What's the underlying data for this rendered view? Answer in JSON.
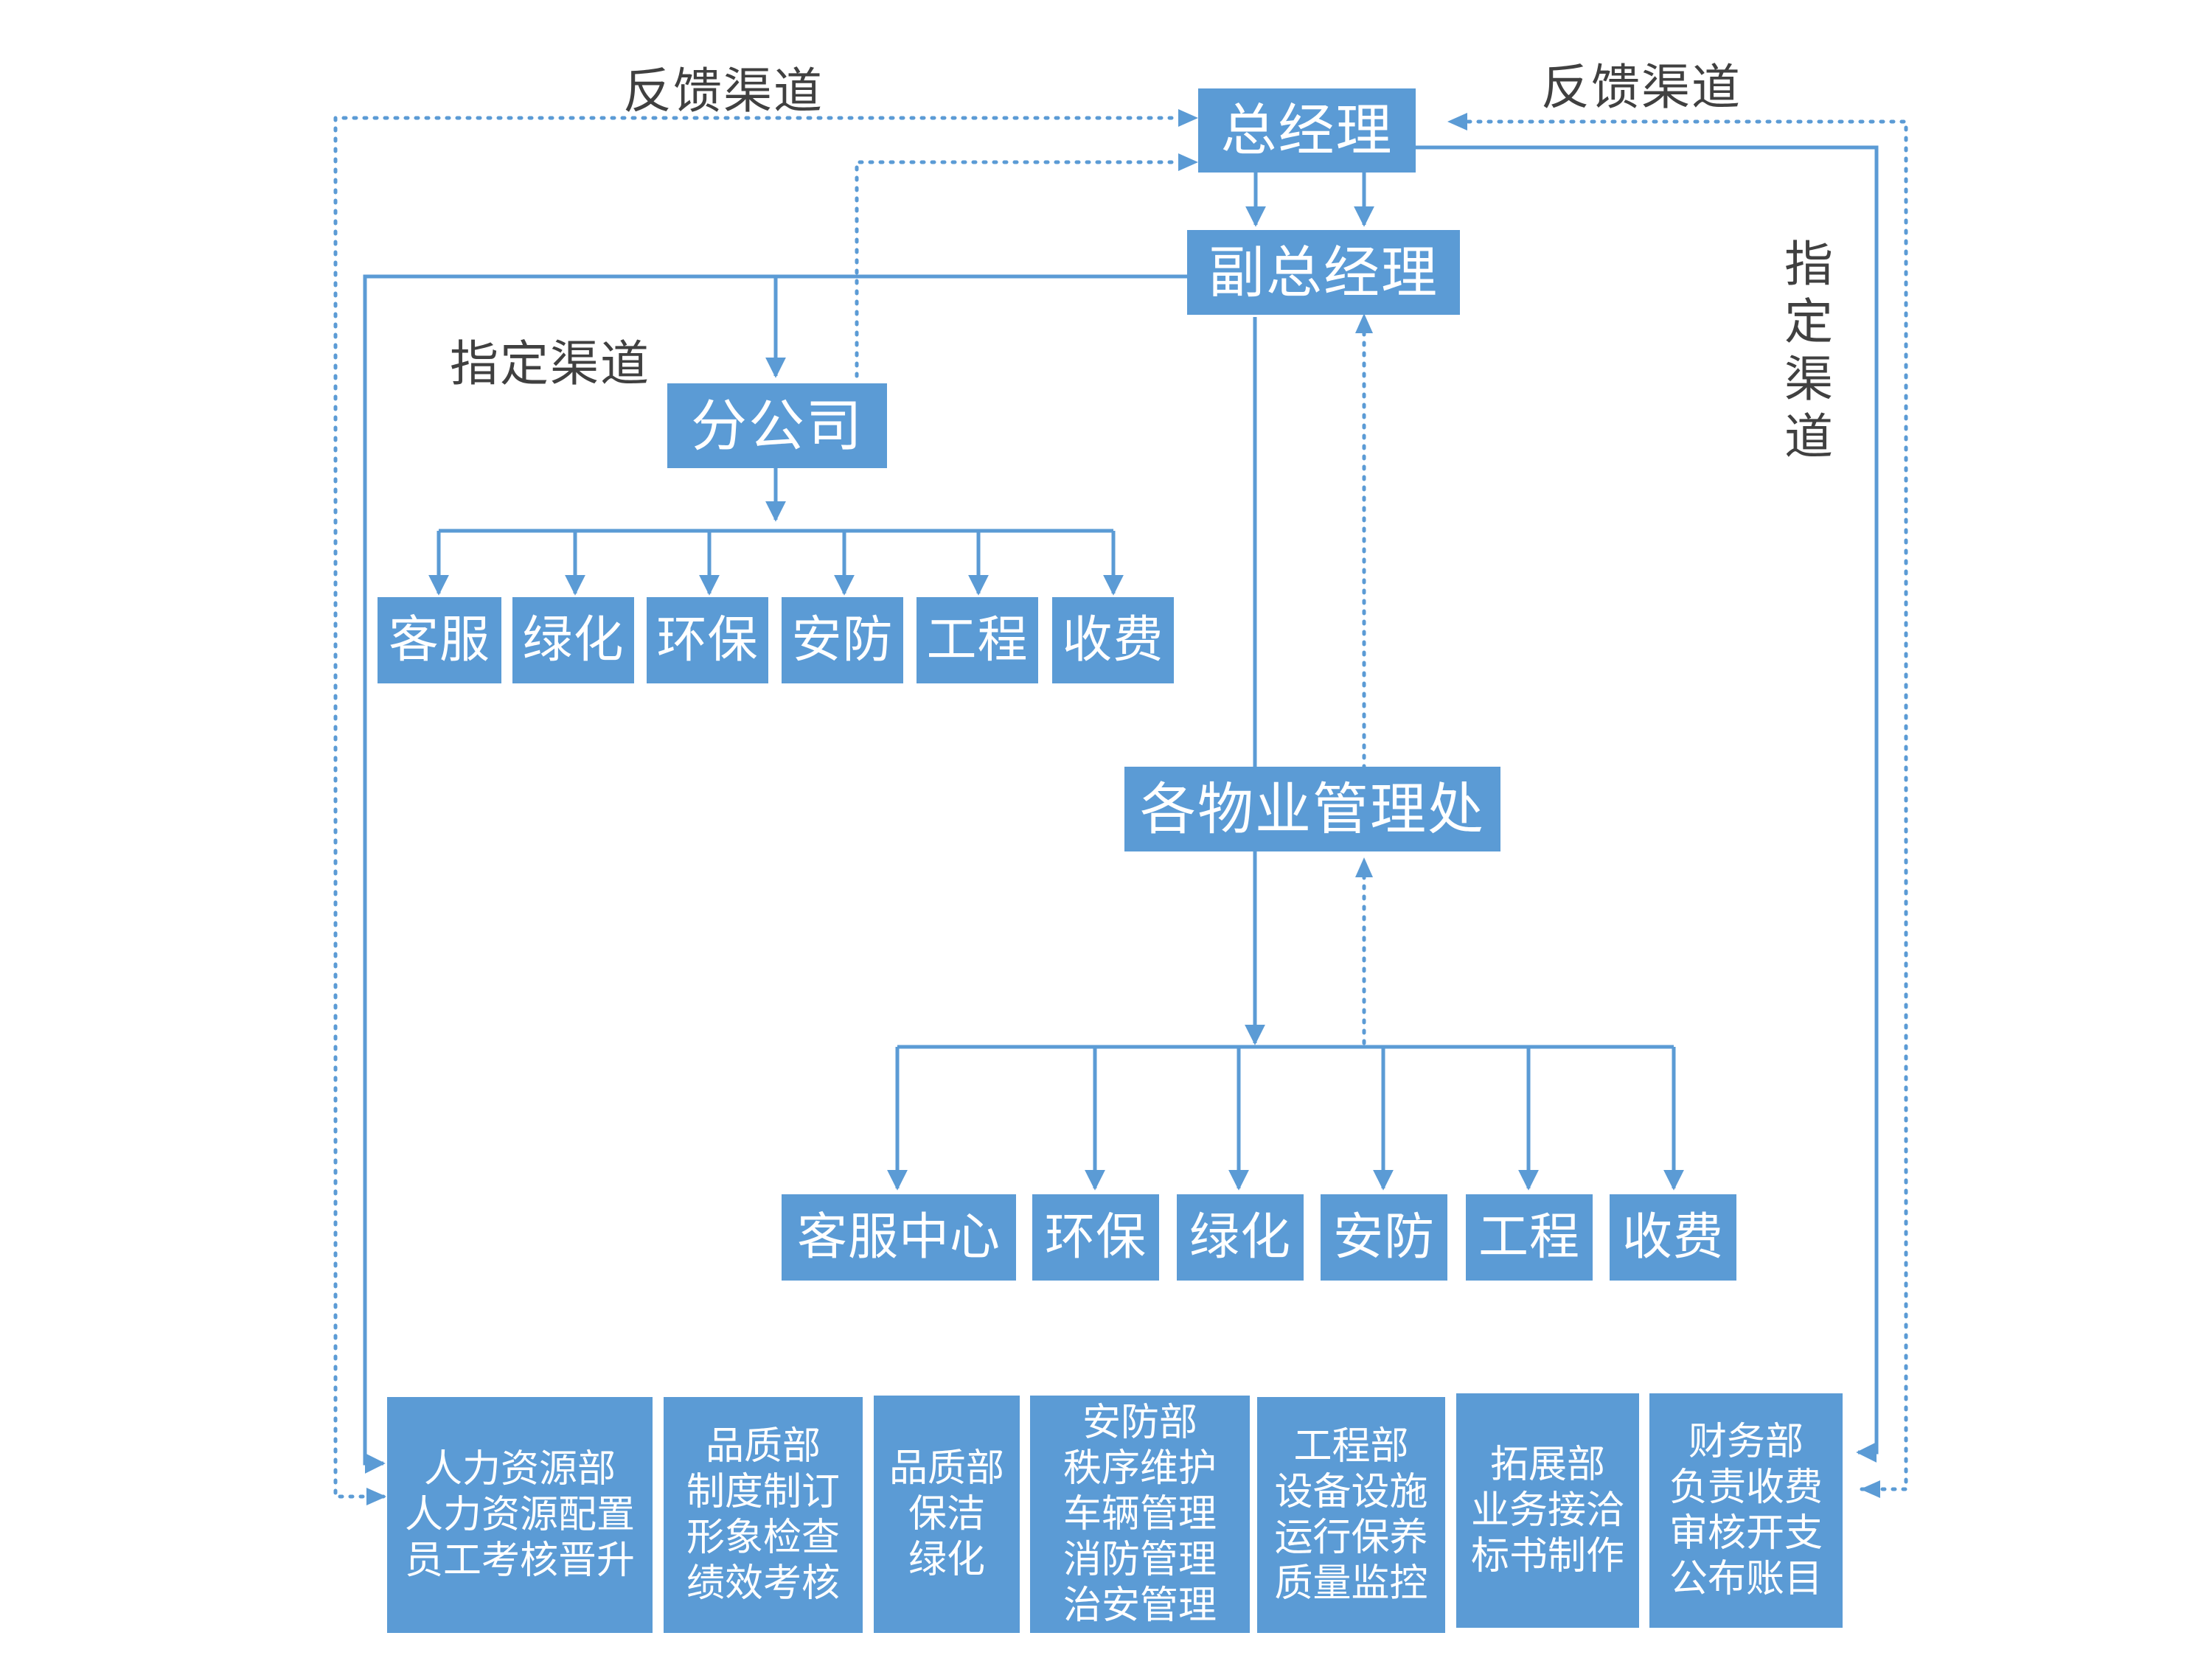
{
  "nodes": {
    "gm": "总经理",
    "dgm": "副总经理",
    "branch": "分公司",
    "pm_office": "各物业管理处"
  },
  "branch_units": [
    "客服",
    "绿化",
    "环保",
    "安防",
    "工程",
    "收费"
  ],
  "office_units": [
    "客服中心",
    "环保",
    "绿化",
    "安防",
    "工程",
    "收费"
  ],
  "departments": [
    "人力资源部\n人力资源配置\n员工考核晋升",
    "品质部\n制度制订\n形象检查\n绩效考核",
    "品质部\n保洁\n绿化",
    "安防部\n秩序维护\n车辆管理\n消防管理\n治安管理",
    "工程部\n设备设施\n运行保养\n质量监控",
    "拓展部\n业务接洽\n标书制作",
    "财务部\n负责收费\n审核开支\n公布账目"
  ],
  "labels": {
    "feedback_left": "反馈渠道",
    "feedback_right": "反馈渠道",
    "designated_left": "指定渠道",
    "designated_right": "指定渠道"
  },
  "colors": {
    "box": "#5b9bd5",
    "line": "#5b9bd5",
    "text": "#404040"
  }
}
